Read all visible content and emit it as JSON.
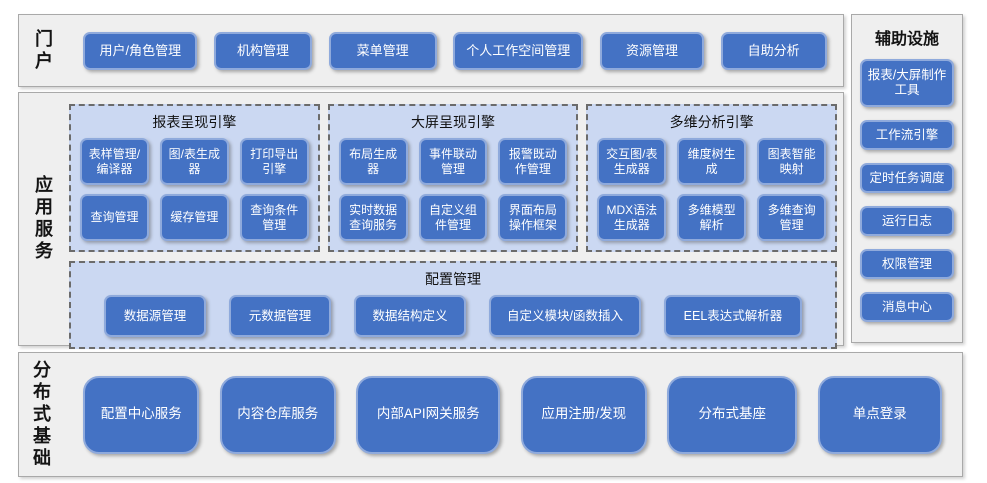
{
  "portal": {
    "label": "门户",
    "buttons": [
      "用户/角色管理",
      "机构管理",
      "菜单管理",
      "个人工作空间管理",
      "资源管理",
      "自助分析"
    ]
  },
  "app_services": {
    "label": "应用服务",
    "engines": [
      {
        "title": "报表呈现引擎",
        "buttons": [
          "表样管理/编译器",
          "图/表生成器",
          "打印导出引擎",
          "查询管理",
          "缓存管理",
          "查询条件管理"
        ]
      },
      {
        "title": "大屏呈现引擎",
        "buttons": [
          "布局生成器",
          "事件联动管理",
          "报警既动作管理",
          "实时数据查询服务",
          "自定义组件管理",
          "界面布局操作框架"
        ]
      },
      {
        "title": "多维分析引擎",
        "buttons": [
          "交互图/表生成器",
          "维度树生成",
          "图表智能映射",
          "MDX语法生成器",
          "多维模型解析",
          "多维查询管理"
        ]
      }
    ],
    "config": {
      "title": "配置管理",
      "buttons": [
        "数据源管理",
        "元数据管理",
        "数据结构定义",
        "自定义模块/函数插入",
        "EEL表达式解析器"
      ]
    }
  },
  "auxiliary": {
    "title": "辅助设施",
    "buttons": [
      "报表/大屏制作工具",
      "工作流引擎",
      "定时任务调度",
      "运行日志",
      "权限管理",
      "消息中心"
    ]
  },
  "foundation": {
    "label": "分布式基础",
    "buttons": [
      "配置中心服务",
      "内容仓库服务",
      "内部API网关服务",
      "应用注册/发现",
      "分布式基座",
      "单点登录"
    ]
  },
  "colors": {
    "button_fill": "#4472c4",
    "button_border": "#8faadc",
    "panel_bg": "#efefef",
    "engine_bg": "#cbd8f2"
  }
}
